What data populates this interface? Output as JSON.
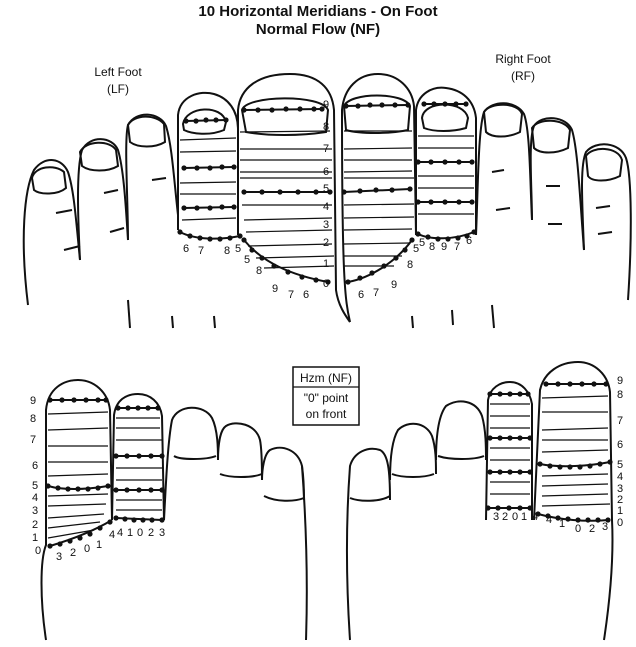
{
  "title_line1": "10 Horizontal Meridians - On Foot",
  "title_line2": "Normal Flow (NF)",
  "left_foot_label_line1": "Left Foot",
  "left_foot_label_line2": "(LF)",
  "right_foot_label_line1": "Right Foot",
  "right_foot_label_line2": "(RF)",
  "legend_title": "Hzm (NF)",
  "legend_line1": "\"0\" point",
  "legend_line2": "on front",
  "top_center_numbers": [
    "9",
    "8",
    "7",
    "6",
    "5",
    "4",
    "3",
    "2",
    "1",
    "0"
  ],
  "top_left_second_toe_numbers": [
    "6",
    "7",
    "8",
    "5"
  ],
  "top_left_big_toe_numbers": [
    "5",
    "8",
    "9",
    "7",
    "6"
  ],
  "top_right_big_toe_numbers": [
    "6",
    "7",
    "9",
    "8",
    "5"
  ],
  "top_right_second_toe_numbers": [
    "5",
    "8",
    "9",
    "7",
    "6"
  ],
  "bottom_left_side_numbers": [
    "9",
    "8",
    "7",
    "6",
    "5",
    "4",
    "3",
    "2",
    "1",
    "0"
  ],
  "bottom_left_big_toe_numbers": [
    "3",
    "2",
    "0",
    "1",
    "4"
  ],
  "bottom_left_second_toe_numbers": [
    "4",
    "1",
    "0",
    "2",
    "3"
  ],
  "bottom_right_second_toe_numbers": [
    "3",
    "2",
    "0",
    "1",
    "4"
  ],
  "bottom_right_big_toe_numbers": [
    "4",
    "1",
    "0",
    "2",
    "3"
  ],
  "bottom_right_side_numbers": [
    "9",
    "8",
    "7",
    "6",
    "5",
    "4",
    "3",
    "2",
    "1",
    "0"
  ]
}
